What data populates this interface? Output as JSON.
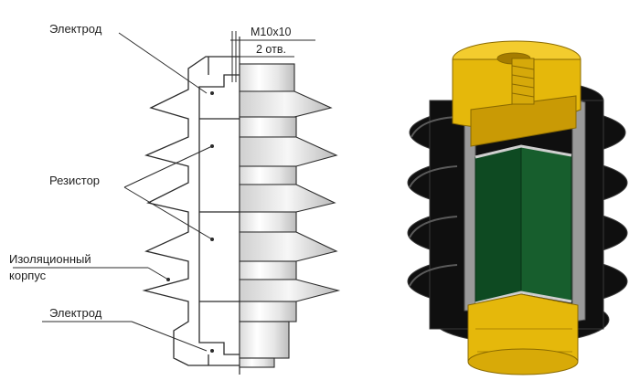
{
  "labels": {
    "electrode_top": "Электрод",
    "resistor": "Резистор",
    "insulation_line1": "Изоляционный",
    "insulation_line2": "корпус",
    "electrode_bottom": "Электрод"
  },
  "dimensions": {
    "thread": "M10x10",
    "holes": "2 отв."
  },
  "colors": {
    "line": "#2b2b2b",
    "rubber": "#0f0f0f",
    "brass": "#e5b80b",
    "resistor_core": "#0e4a22",
    "steel": "#9a9a9a"
  }
}
